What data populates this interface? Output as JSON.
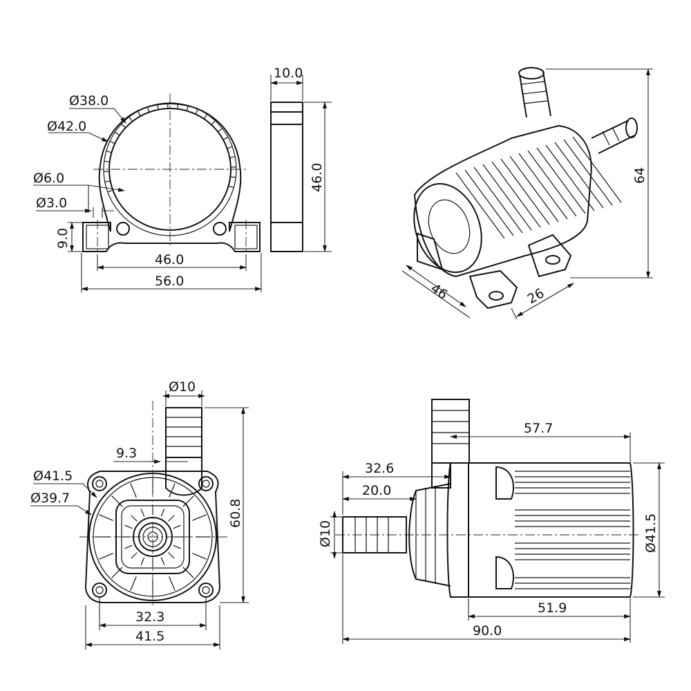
{
  "bracket": {
    "dia_inner": "Ø38.0",
    "dia_outer": "Ø42.0",
    "dia_hole": "Ø6.0",
    "dia_slot": "Ø3.0",
    "foot_height": "9.0",
    "hole_spacing": "46.0",
    "overall_width": "56.0"
  },
  "side_view": {
    "thickness": "10.0",
    "height": "46.0"
  },
  "iso_view": {
    "height": "64",
    "depth": "46",
    "foot_width": "26"
  },
  "front_view": {
    "outlet_dia": "Ø10",
    "offset": "9.3",
    "dia_outer": "Ø41.5",
    "dia_inner": "Ø39.7",
    "height": "60.8",
    "hole_spacing": "32.3",
    "width": "41.5"
  },
  "profile_view": {
    "outlet_pos": "57.7",
    "inlet_len": "32.6",
    "cone_len": "20.0",
    "inlet_dia": "Ø10",
    "body_dia": "Ø41.5",
    "body_len": "51.9",
    "overall_len": "90.0"
  }
}
